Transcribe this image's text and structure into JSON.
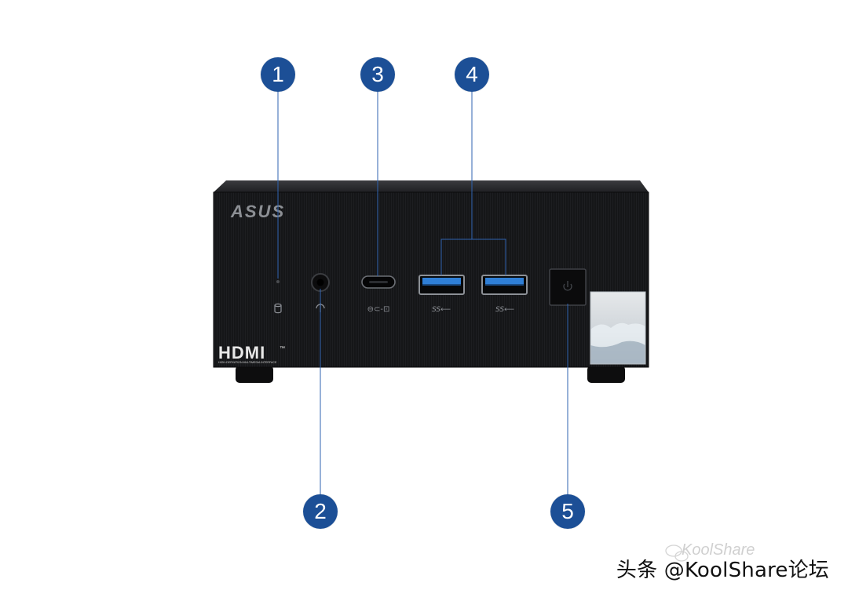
{
  "device": {
    "brand": "ASUS",
    "hdmi_logo": "HDMI",
    "hdmi_tm": "™",
    "hdmi_tagline": "HIGH-DEFINITION MULTIMEDIA INTERFACE",
    "usb_label_left": "SS⟵",
    "usb_label_right": "SS⟵",
    "typec_label": "⊖⊂-⊡"
  },
  "callouts": [
    "1",
    "2",
    "3",
    "4",
    "5"
  ],
  "watermark": {
    "text": "头条 @KoolShare论坛",
    "ghost": "KoolShare"
  },
  "colors": {
    "callout_fill": "#1c4f96",
    "callout_line": "#2f63b0",
    "device_front": "#151618",
    "device_top": "#2a2b2e",
    "usb_blue": "#2f7fd6"
  }
}
